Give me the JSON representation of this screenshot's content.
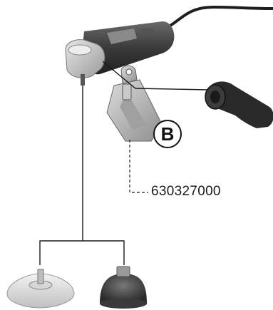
{
  "figure": {
    "part_number": "630327000",
    "bracket_label": "B",
    "components": {
      "tool": "angle-grinder",
      "side_handle": "side-handle",
      "bracket": "guard-bracket",
      "accessories": [
        "sanding-pad",
        "cup-wire-brush"
      ]
    },
    "colors": {
      "line": "#1a1a1a",
      "tool_body": "#3a3a3a",
      "tool_head": "#c8c8c8",
      "handle": "#2a2a2a",
      "metal": "#b5b5b5"
    }
  }
}
